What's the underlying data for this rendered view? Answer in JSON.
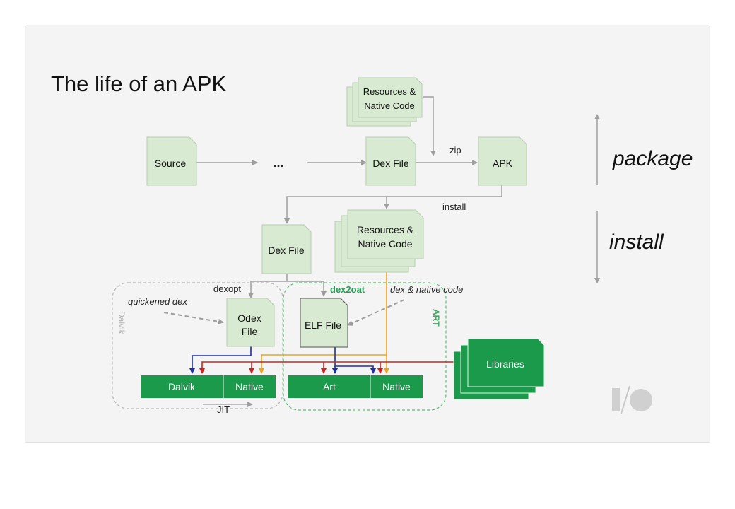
{
  "slide": {
    "title": "The life of an APK",
    "stages": {
      "package": "package",
      "install": "install"
    }
  },
  "nodes": {
    "source": "Source",
    "ellipsis": "...",
    "dex_file_pkg": "Dex File",
    "apk": "APK",
    "resources_pkg": [
      "Resources &",
      "Native Code"
    ],
    "dex_file_inst": "Dex File",
    "resources_inst": [
      "Resources &",
      "Native Code"
    ],
    "odex_file": [
      "Odex",
      "File"
    ],
    "elf_file": "ELF File",
    "libraries": "Libraries"
  },
  "labels": {
    "zip": "zip",
    "install": "install",
    "dexopt": "dexopt",
    "dex2oat": "dex2oat",
    "dex_native_code": "dex & native code",
    "quickened_dex": "quickened dex",
    "dalvik_group": "Dalvik",
    "art_group": "ART",
    "jit": "JIT"
  },
  "runtime_bars": {
    "dalvik": [
      "Dalvik",
      "Native"
    ],
    "art": [
      "Art",
      "Native"
    ]
  },
  "colors": {
    "file_fill": "#d9ead3",
    "bar_green": "#1a9a4a",
    "arrow_gray": "#9e9e9e",
    "arrow_blue": "#1a2fa8",
    "arrow_red": "#d32020",
    "arrow_orange": "#eea31e",
    "dex2oat_green": "#21a153"
  },
  "logo": "I/O"
}
